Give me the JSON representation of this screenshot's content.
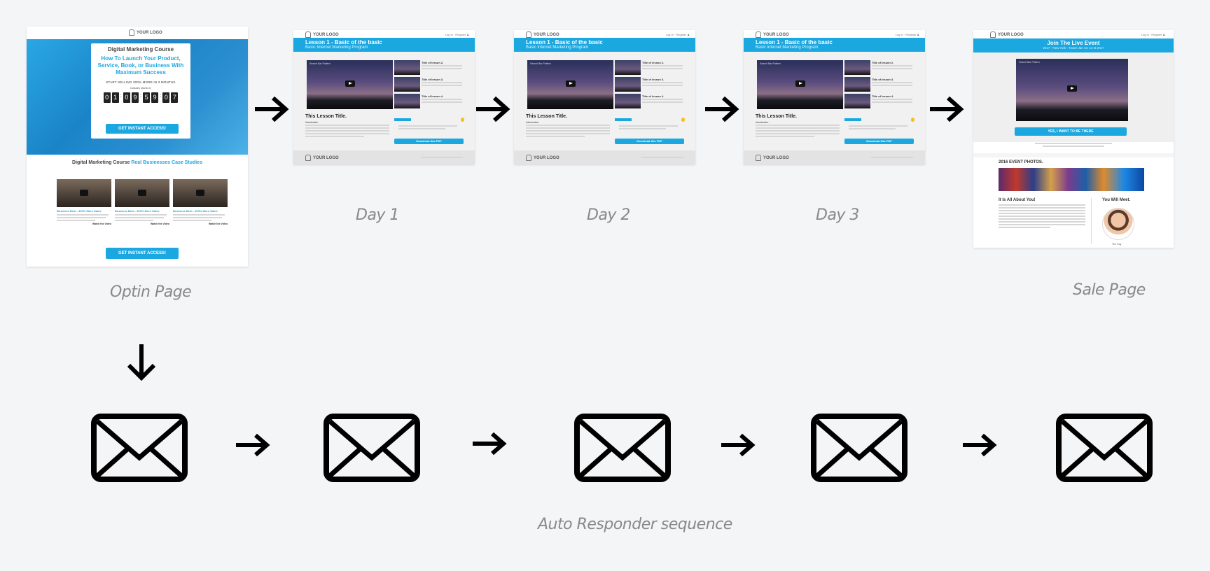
{
  "captions": {
    "optin": "Optin Page",
    "day1": "Day 1",
    "day2": "Day 2",
    "day3": "Day 3",
    "sale": "Sale Page",
    "autoresponder": "Auto Responder sequence"
  },
  "optin": {
    "logo": "YOUR LOGO",
    "course": "Digital Marketing Course",
    "headline": "How To Launch Your Product, Service, Book, or Business With Maximum Success",
    "tagline": "START SELLING 300% MORE IN 3 MONTHS",
    "closes": "Classes starts in:",
    "digits": [
      "0",
      "1",
      "0",
      "9",
      "5",
      "9",
      "0",
      "7"
    ],
    "cta": "GET INSTANT ACCESS!",
    "case_prefix": "Digital Marketing Course ",
    "case_highlight": "Real Businesses Case Studies",
    "case_items": [
      {
        "title": "Business Best - 300% More Sales",
        "link": "Watch the Video"
      },
      {
        "title": "Business Best - 300% More Sales",
        "link": "Watch the Video"
      },
      {
        "title": "Business Best - 300% More Sales",
        "link": "Watch the Video"
      }
    ],
    "cta2": "GET INSTANT ACCESS!"
  },
  "lesson": {
    "logo": "YOUR LOGO",
    "title": "Lesson 1 - Basic of the basic",
    "subtitle": "Basic Internet Marketing Program",
    "lesson_title": "This Lesson Title.",
    "intro": "Introduction",
    "side_items": [
      "Title of lesson 2.",
      "Title of lesson 3.",
      "Title of lesson 4."
    ],
    "btn": "Download this PDF"
  },
  "sale": {
    "logo": "YOUR LOGO",
    "title": "Join The Live Event",
    "subtitle": "2017 - New York - Tower Jan 10, 12 at 2017",
    "cta": "YES, I WANT TO BE THERE",
    "photos_title": "2016 EVENT PHOTOS.",
    "about": "It Is All About You!",
    "meet": "You Will Meet.",
    "speaker": "The Guy"
  },
  "colors": {
    "accent": "#1ba7e0",
    "arrow": "#000000",
    "caption": "#888888"
  }
}
